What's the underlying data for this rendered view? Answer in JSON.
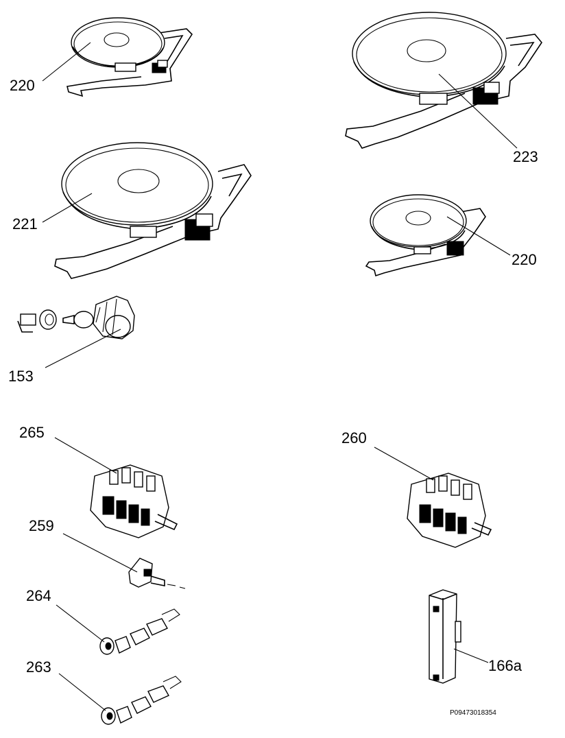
{
  "labels": {
    "hotplate_small_top": "220",
    "hotplate_large_right": "223",
    "hotplate_large_left": "221",
    "hotplate_small_right": "220",
    "knob": "153",
    "switch_left": "265",
    "switch_right": "260",
    "component_259": "259",
    "component_264": "264",
    "component_263": "263",
    "component_166a": "166a"
  },
  "reference_code": "P09473018354"
}
